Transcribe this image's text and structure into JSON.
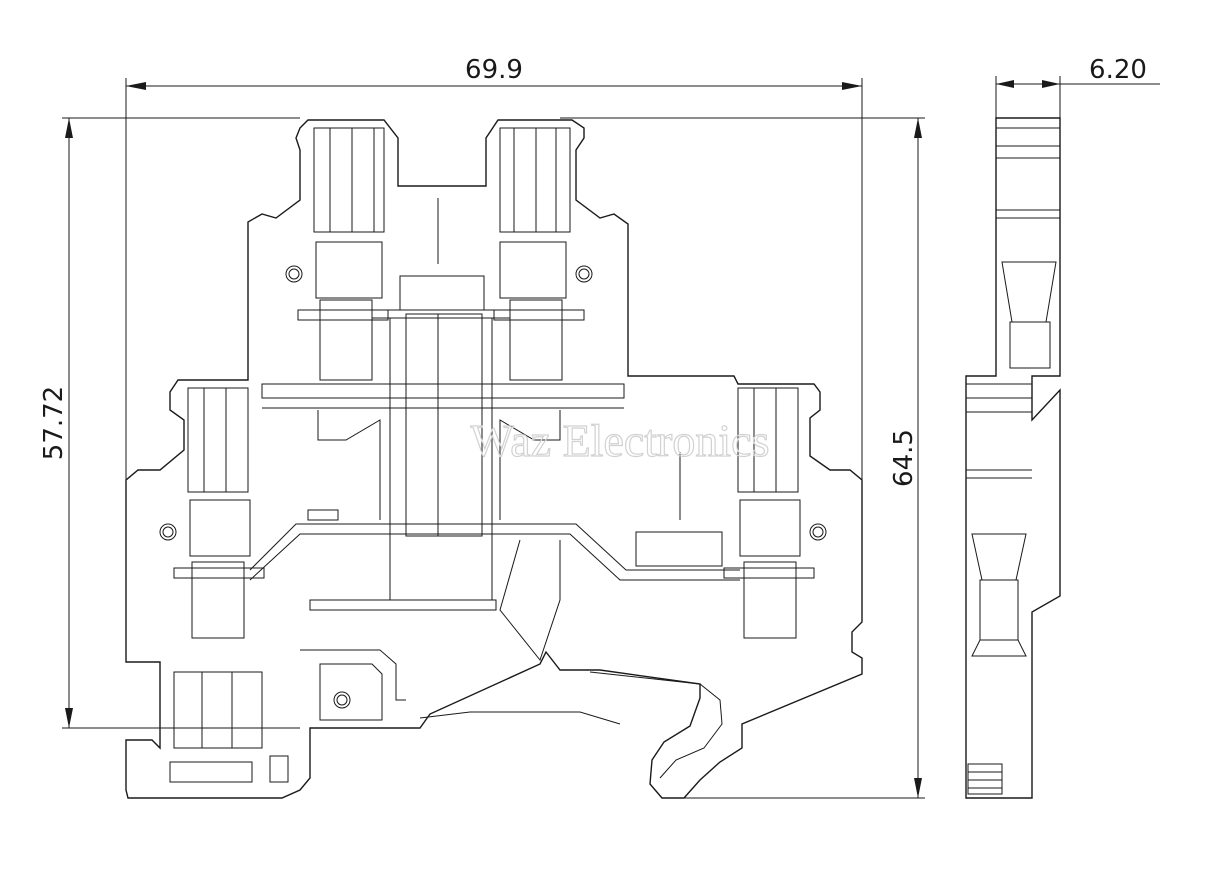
{
  "dimensions": {
    "width": "69.9",
    "thickness": "6.20",
    "height_body": "57.72",
    "height_total": "64.5"
  },
  "watermark": {
    "text": "Waz Electronics"
  },
  "colors": {
    "line": "#1a1a1a",
    "watermark": "#d2d2d2",
    "background": "#ffffff"
  }
}
